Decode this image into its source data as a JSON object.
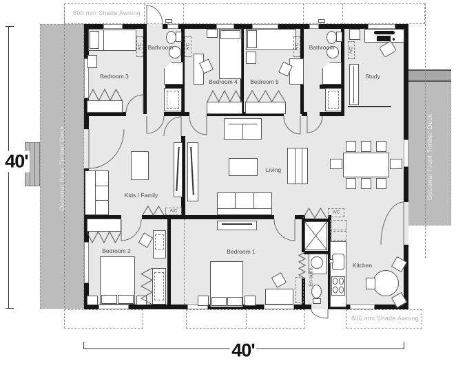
{
  "labels": {
    "dim_left": "40'",
    "dim_bottom": "40'",
    "awning_top": "800 mm Shade Awning",
    "awning_bottom": "800 mm Shade Awning",
    "deck_rear": "Optional Rear Timber Deck",
    "deck_front": "Optional Front Timber Deck",
    "ac": "A/C"
  },
  "rooms": {
    "bedroom3": "Bedroom 3",
    "bathroom_left": "Bathroom",
    "bedroom4": "Bedroom 4",
    "bedroom5": "Bedroom 5",
    "bathroom_right": "Bathroom",
    "study": "Study",
    "kids_family": "Kids / Family",
    "living": "Living",
    "bedroom2": "Bedroom 2",
    "bedroom1": "Bedroom 1",
    "ensuite": "En-suite",
    "kitchen": "Kitchen"
  },
  "colors": {
    "wall": "#161616",
    "floor": "#e8e8e8",
    "deck": "#bcbcbc",
    "dash": "#999999",
    "awning_text": "#b3b3b3"
  }
}
